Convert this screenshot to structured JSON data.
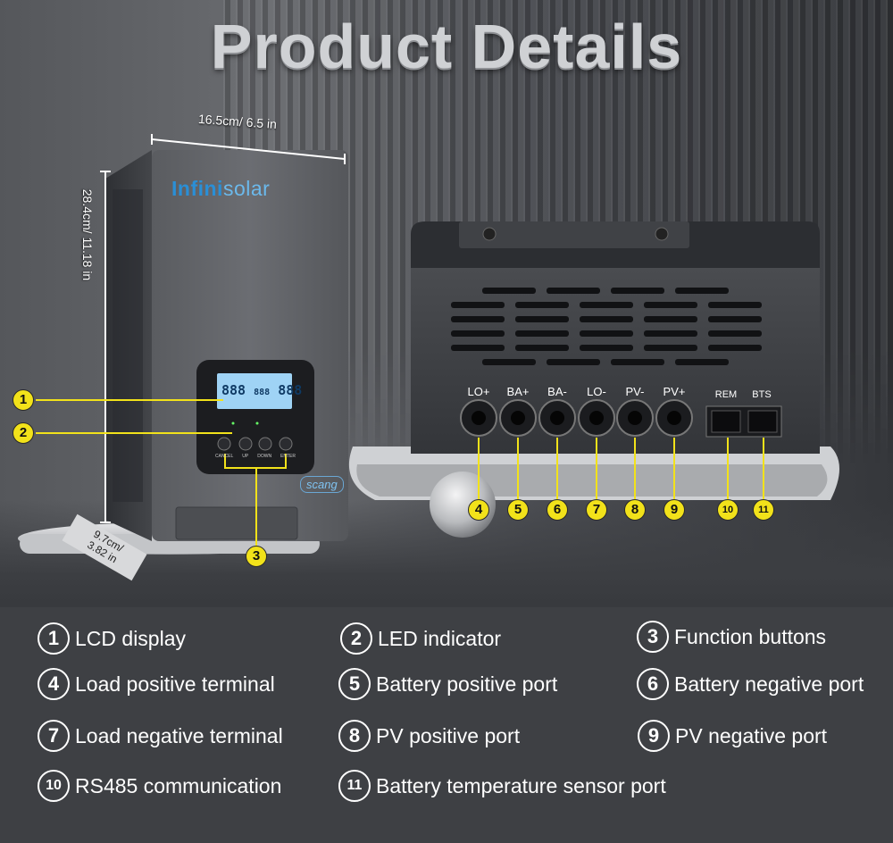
{
  "title": "Product Details",
  "brand": {
    "name_part1": "Infini",
    "name_part2": "solar",
    "model_badge": "scang"
  },
  "dimensions": {
    "width": "16.5cm/ 6.5 in",
    "height": "28.4cm/ 11.18 in",
    "depth_line1": "9.7cm/",
    "depth_line2": "3.82 in"
  },
  "lcd": {
    "digits_left": "888",
    "digits_mid": "888",
    "digits_right": "888"
  },
  "buttons": [
    "CANCEL",
    "UP",
    "DOWN",
    "ENTER"
  ],
  "ports": {
    "labels": [
      "LO+",
      "BA+",
      "BA-",
      "LO-",
      "PV-",
      "PV+"
    ],
    "rj_labels": [
      "REM",
      "BTS"
    ]
  },
  "callouts": [
    "1",
    "2",
    "3",
    "4",
    "5",
    "6",
    "7",
    "8",
    "9",
    "10",
    "11"
  ],
  "legend": [
    {
      "num": "1",
      "text": "LCD display"
    },
    {
      "num": "2",
      "text": "LED indicator"
    },
    {
      "num": "3",
      "text": "Function buttons"
    },
    {
      "num": "4",
      "text": "Load positive terminal"
    },
    {
      "num": "5",
      "text": "Battery positive port"
    },
    {
      "num": "6",
      "text": "Battery negative port"
    },
    {
      "num": "7",
      "text": "Load negative terminal"
    },
    {
      "num": "8",
      "text": "PV positive port"
    },
    {
      "num": "9",
      "text": "PV negative port"
    },
    {
      "num": "10",
      "text": "RS485 communication"
    },
    {
      "num": "11",
      "text": "Battery temperature sensor port"
    }
  ],
  "colors": {
    "callout": "#f2e21a",
    "brand_blue": "#2a8fd6",
    "lcd": "#9fd3f5"
  }
}
